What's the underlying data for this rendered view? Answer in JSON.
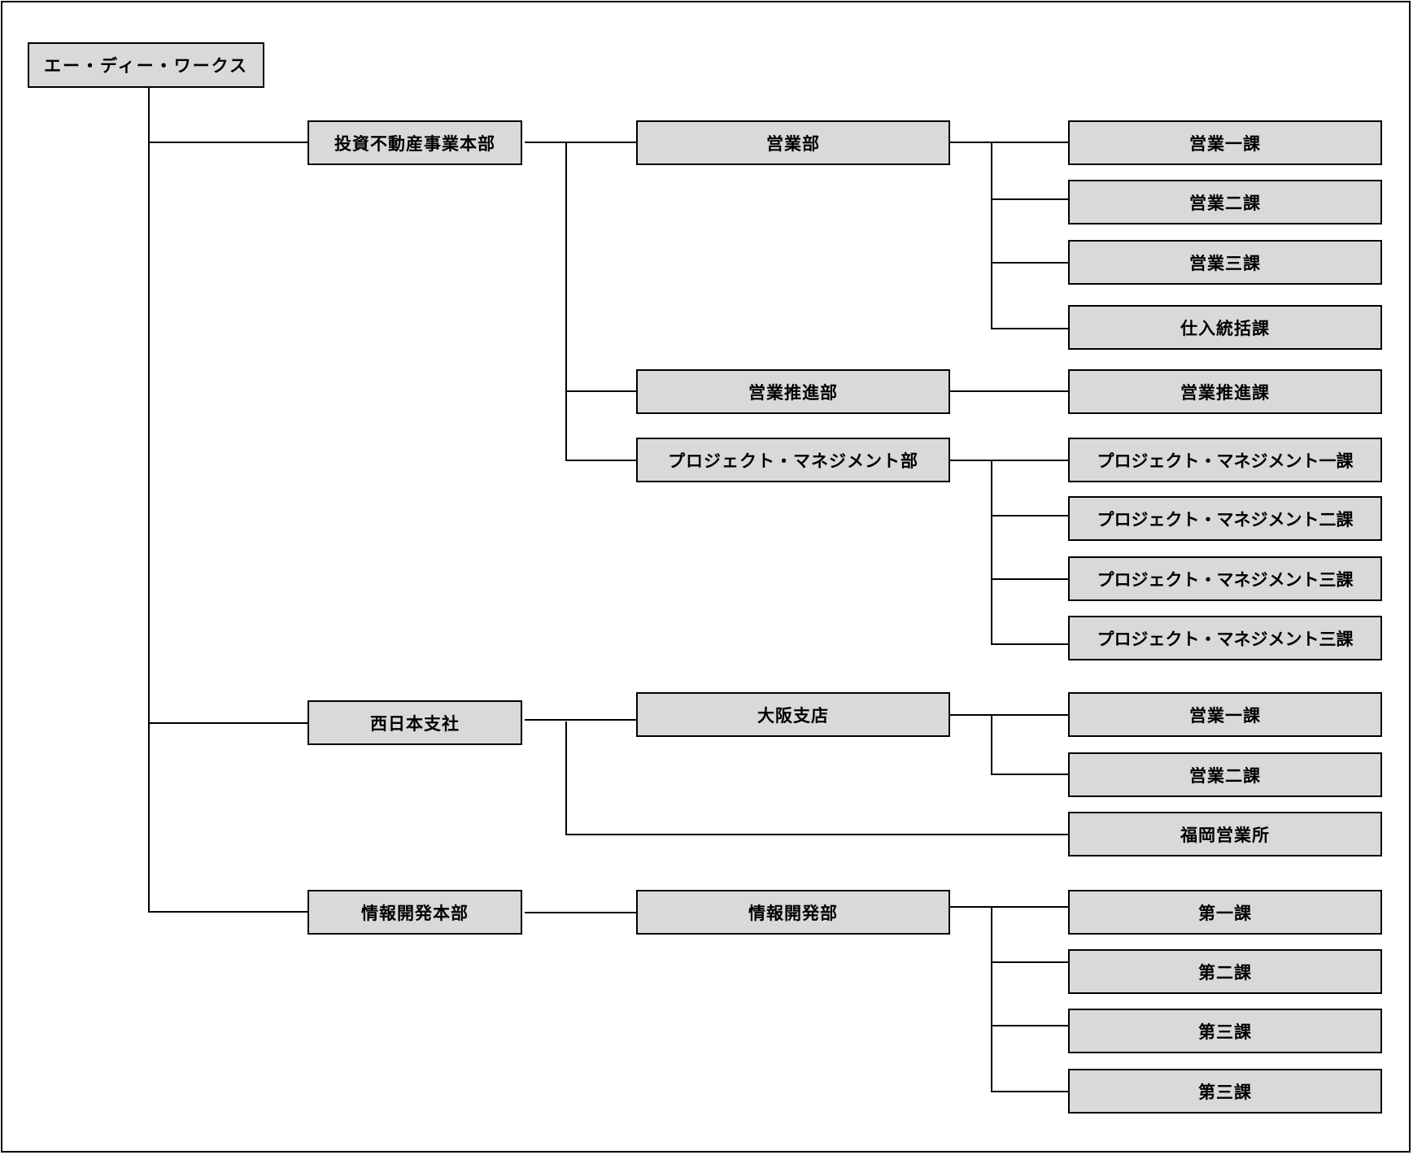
{
  "org": {
    "root": "エー・ディー・ワークス",
    "divisions": [
      {
        "name": "投資不動産事業本部",
        "departments": [
          {
            "name": "営業部",
            "sections": [
              "営業一課",
              "営業二課",
              "営業三課",
              "仕入統括課"
            ]
          },
          {
            "name": "営業推進部",
            "sections": [
              "営業推進課"
            ]
          },
          {
            "name": "プロジェクト・マネジメント部",
            "sections": [
              "プロジェクト・マネジメント一課",
              "プロジェクト・マネジメント二課",
              "プロジェクト・マネジメント三課",
              "プロジェクト・マネジメント三課"
            ]
          }
        ]
      },
      {
        "name": "西日本支社",
        "departments": [
          {
            "name": "大阪支店",
            "sections": [
              "営業一課",
              "営業二課"
            ]
          }
        ],
        "direct_sections": [
          "福岡営業所"
        ]
      },
      {
        "name": "情報開発本部",
        "departments": [
          {
            "name": "情報開発部",
            "sections": [
              "第一課",
              "第二課",
              "第三課",
              "第三課"
            ]
          }
        ]
      }
    ]
  }
}
